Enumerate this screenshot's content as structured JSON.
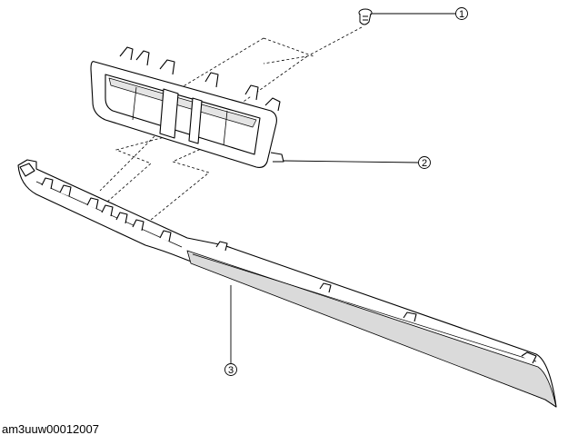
{
  "callouts": {
    "part_1": "1",
    "part_2": "2",
    "part_3": "3"
  },
  "image_code": "am3uuw00012007",
  "colors": {
    "line": "#000000",
    "shading": "#cfcfcf",
    "background": "#ffffff"
  }
}
